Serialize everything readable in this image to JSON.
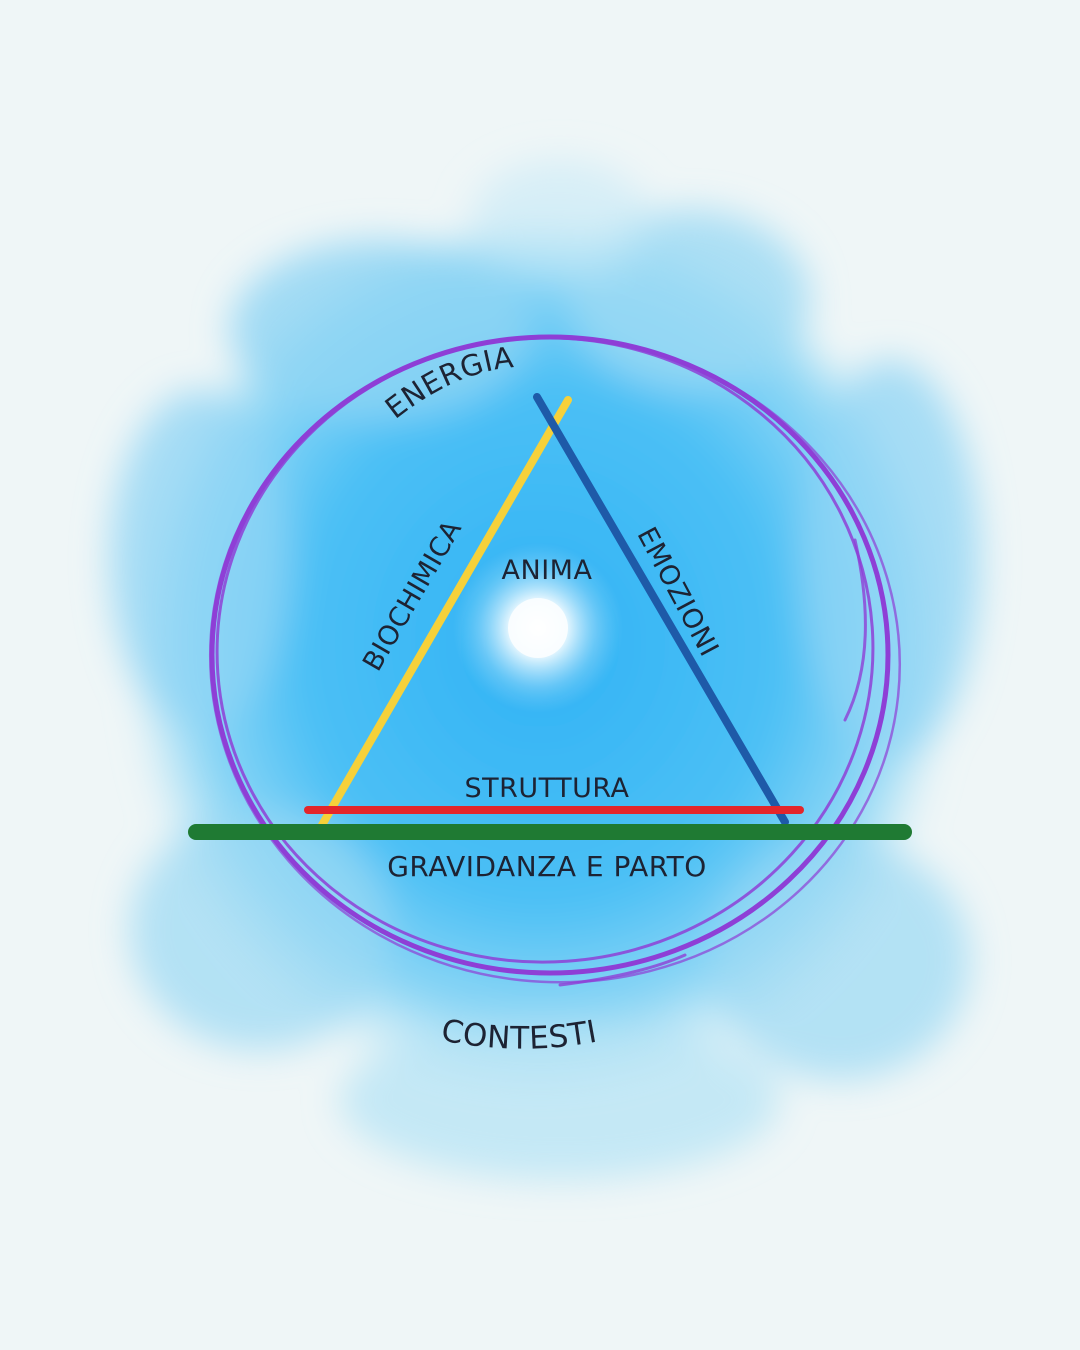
{
  "diagram": {
    "labels": {
      "top": "ENERGIA",
      "left_side": "BIOCHIMICA",
      "right_side": "EMOZIONI",
      "center": "ANIMA",
      "base": "STRUTTURA",
      "ground": "GRAVIDANZA E PARTO",
      "outer": "CONTESTI"
    },
    "colors": {
      "background": "#eff6f7",
      "watercolor": "#35b5f3",
      "ring": "#8e3fd6",
      "left_line": "#f6d13a",
      "right_line": "#1e5aa8",
      "base_line": "#e3262b",
      "ground_line": "#1f7a33",
      "text": "#1d2333"
    }
  }
}
